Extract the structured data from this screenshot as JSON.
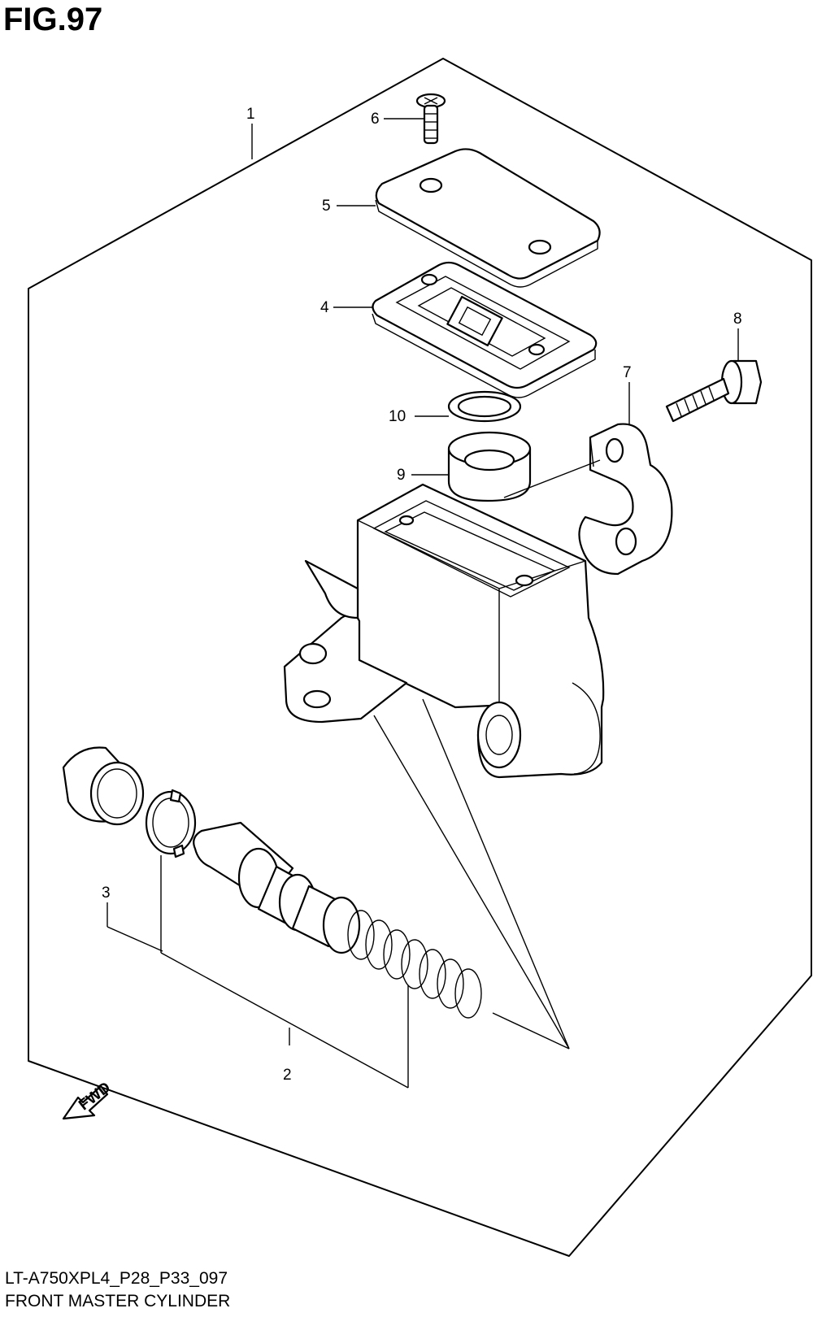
{
  "figure": {
    "title": "FIG.97"
  },
  "footer": {
    "code": "LT-A750XPL4_P28_P33_097",
    "name": "FRONT MASTER CYLINDER"
  },
  "callouts": {
    "c1": "1",
    "c2": "2",
    "c3": "3",
    "c4": "4",
    "c5": "5",
    "c6": "6",
    "c7": "7",
    "c8": "8",
    "c9": "9",
    "c10": "10"
  },
  "fwd_label": "FWD"
}
